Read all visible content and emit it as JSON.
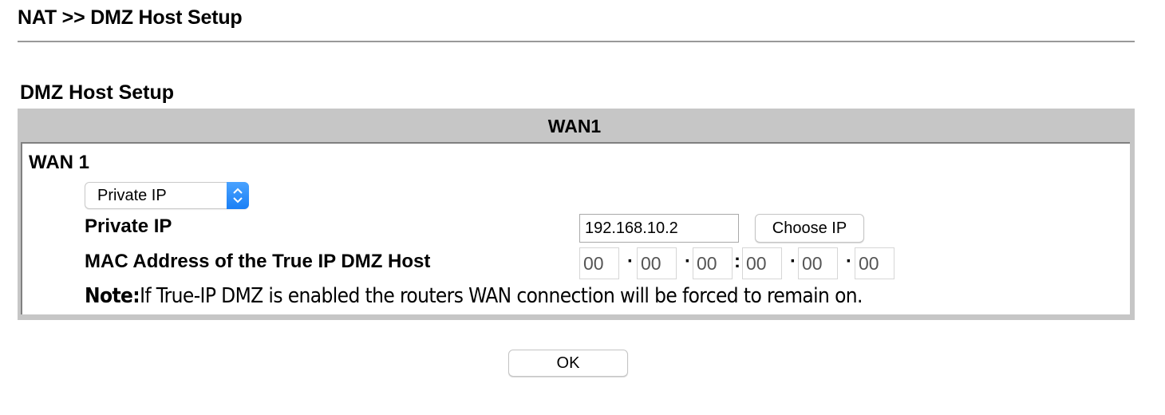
{
  "header": {
    "breadcrumb": "NAT >> DMZ Host Setup"
  },
  "section": {
    "title": "DMZ Host Setup"
  },
  "panel": {
    "tab_label": "WAN1",
    "wan_label": "WAN 1",
    "mode_select": {
      "selected": "Private IP",
      "icon": "up-down-chevron-icon",
      "accent_color": "#1a7ff5"
    },
    "private_ip": {
      "label": "Private IP",
      "value": "192.168.10.2",
      "choose_button": "Choose IP"
    },
    "mac": {
      "label": "MAC Address of the True IP DMZ Host",
      "octets": [
        "00",
        "00",
        "00",
        "00",
        "00",
        "00"
      ],
      "separators": [
        "·",
        "·",
        ":",
        "·",
        "·"
      ]
    },
    "note": {
      "prefix": "Note:",
      "text": "If True-IP DMZ is enabled the routers WAN connection will be forced to remain on."
    }
  },
  "footer": {
    "ok_button": "OK"
  }
}
